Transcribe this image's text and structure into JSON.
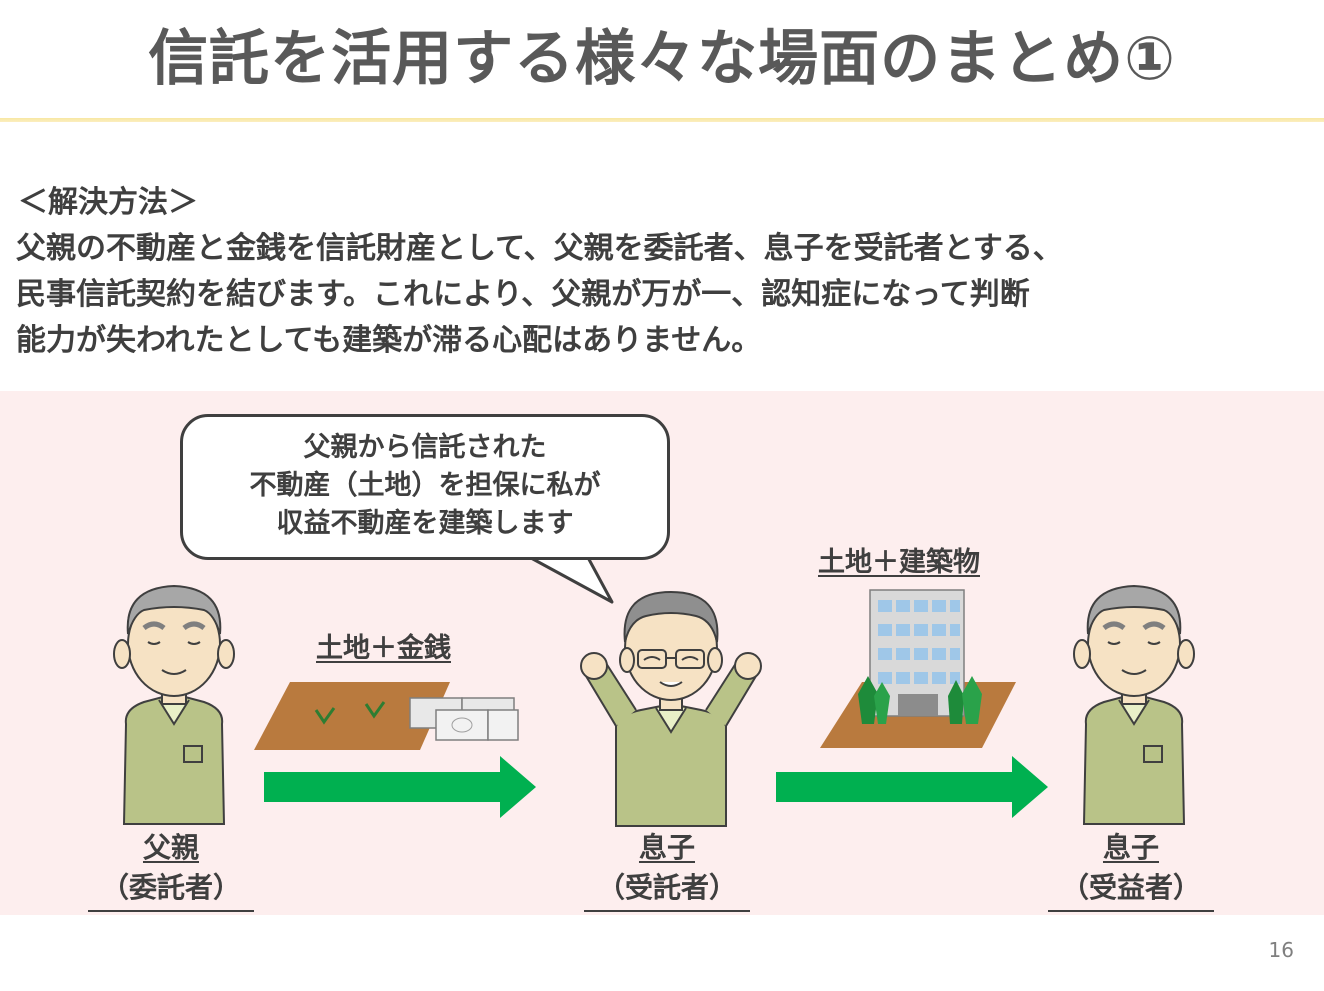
{
  "title": "信託を活用する様々な場面のまとめ①",
  "method": {
    "heading": "＜解決方法＞",
    "lines": [
      "父親の不動産と金銭を信託財産として、父親を委託者、息子を受託者とする、",
      "民事信託契約を結びます。これにより、父親が万が一、認知症になって判断",
      "能力が失われたとしても建築が滞る心配はありません。"
    ]
  },
  "speech_bubble": {
    "lines": [
      "父親から信託された",
      "不動産（土地）を担保に私が",
      "収益不動産を建築します"
    ]
  },
  "transfers": [
    {
      "label": "土地＋金銭"
    },
    {
      "label": "土地＋建築物"
    }
  ],
  "people": [
    {
      "name": "父親",
      "role": "（委託者）"
    },
    {
      "name": "息子",
      "role": "（受託者）"
    },
    {
      "name": "息子",
      "role": "（受益者）"
    }
  ],
  "colors": {
    "arrow": "#00b050",
    "panel": "#fdeeee",
    "shirt": "#b9c388",
    "land": "#b97a3e"
  },
  "page_number": "16"
}
